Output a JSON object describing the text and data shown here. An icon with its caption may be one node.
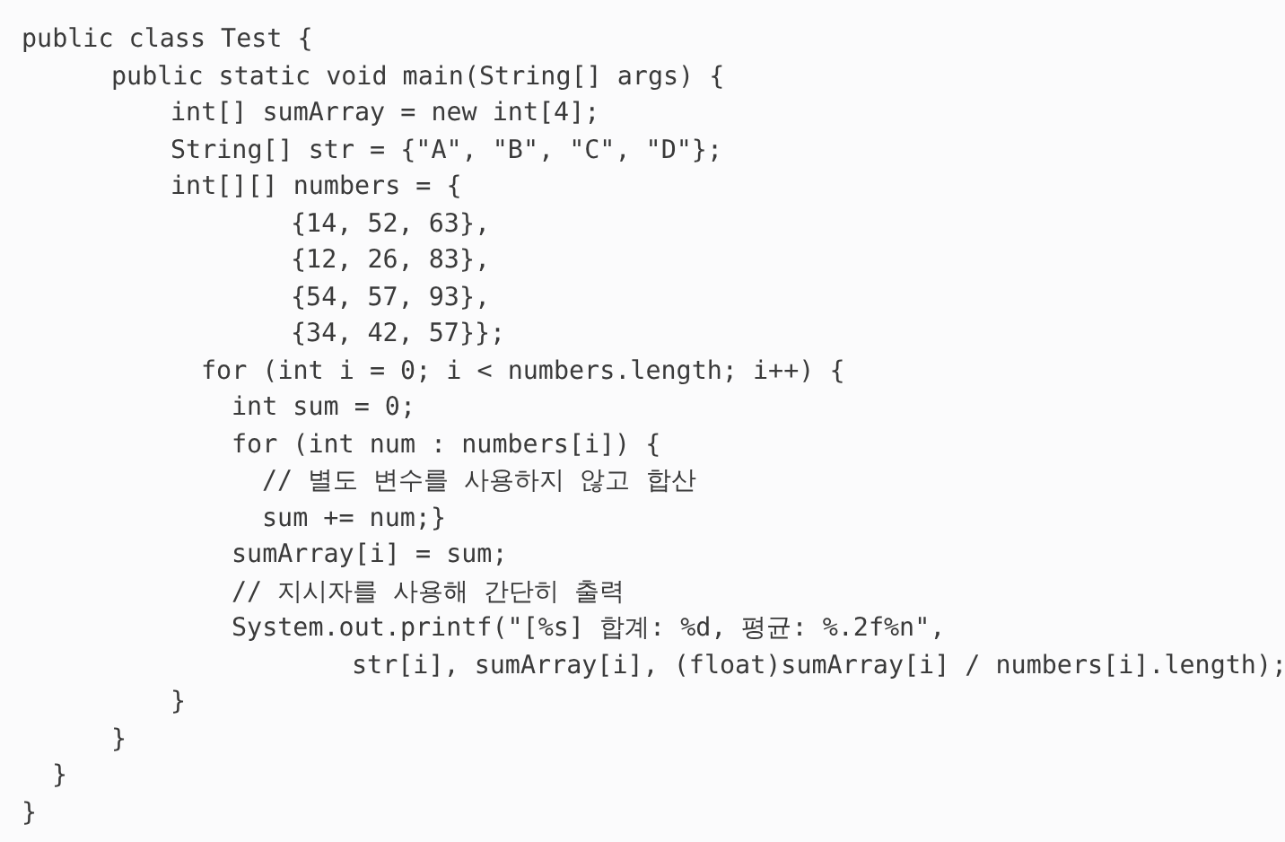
{
  "diagram": {
    "labels": [
      "public class Test {",
      "public static void main(String[] args) {",
      "int[] sumArray = new int[4];",
      "String[] str = {\"A\", \"B\", \"C\", \"D\"};",
      "int[][] numbers = {",
      "{14, 52, 63},",
      "{12, 26, 83},",
      "{54, 57, 93},",
      "{34, 42, 57}};",
      "for (int i = 0; i < numbers.length; i++) {",
      "int sum = 0;",
      "for (int num : numbers[i]) {",
      "// 별도 변수를 사용하지 않고 합산",
      "sum += num;}",
      "sumArray[i] = sum;",
      "// 지시자를 사용해 간단히 출력",
      "System.out.printf(\"[%s] 합계: %d, 평균: %.2f%n\",",
      "str[i], sumArray[i], (float)sumArray[i] / numbers[i].length);",
      "}",
      "}",
      "}",
      "}"
    ]
  }
}
